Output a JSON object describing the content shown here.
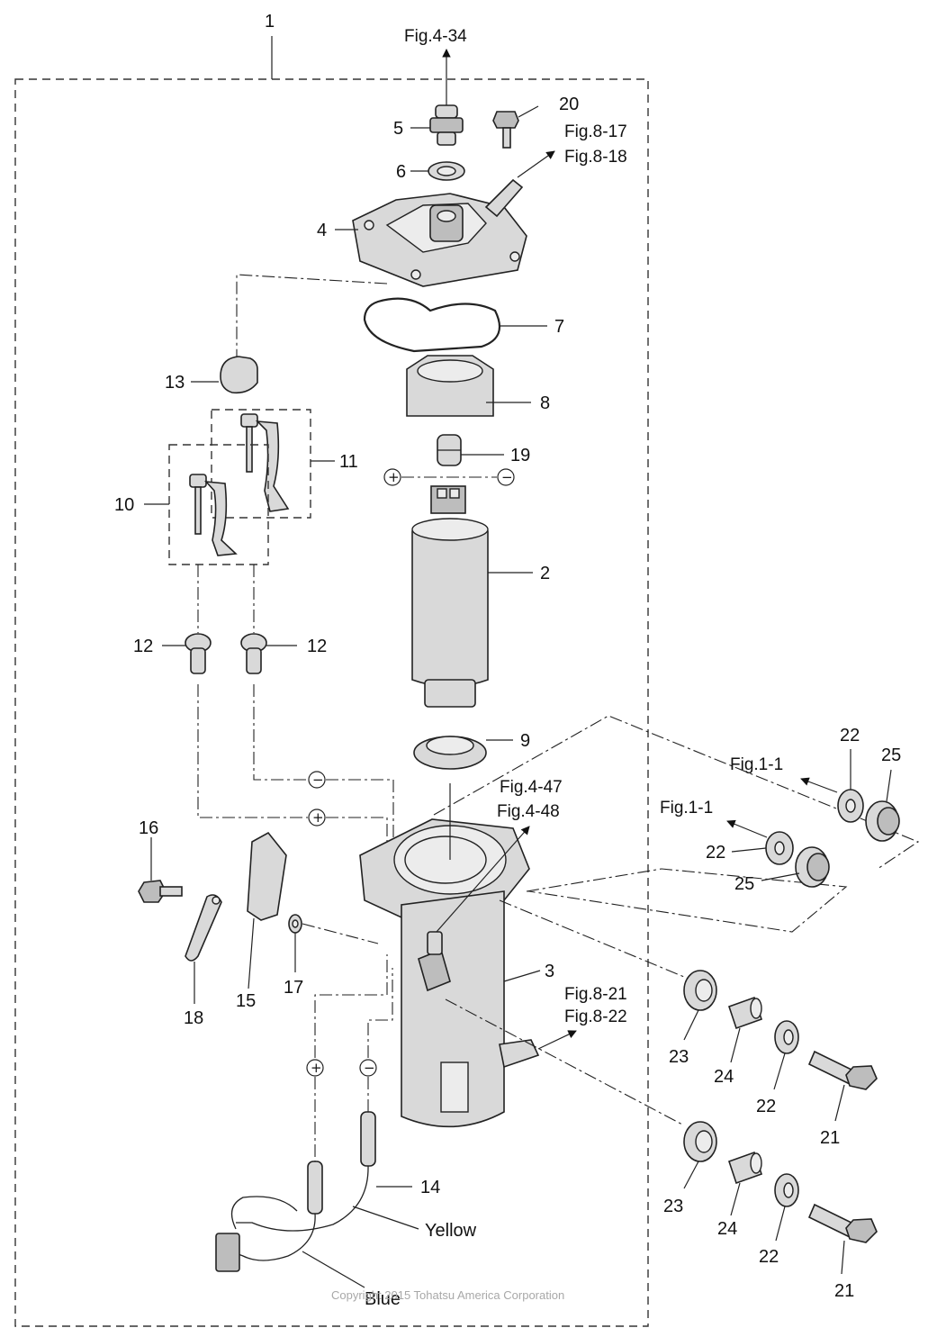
{
  "title_number": "1",
  "references": {
    "top": "Fig.4-34",
    "right_upper_a": "Fig.8-17",
    "right_upper_b": "Fig.8-18",
    "mid_a": "Fig.4-47",
    "mid_b": "Fig.4-48",
    "lower_a": "Fig.8-21",
    "lower_b": "Fig.8-22",
    "side_a": "Fig.1-1",
    "side_b": "Fig.1-1"
  },
  "callouts": {
    "n2": "2",
    "n3": "3",
    "n4": "4",
    "n5": "5",
    "n6": "6",
    "n7": "7",
    "n8": "8",
    "n9": "9",
    "n10": "10",
    "n11": "11",
    "n12a": "12",
    "n12b": "12",
    "n13": "13",
    "n14": "14",
    "n15": "15",
    "n16": "16",
    "n17": "17",
    "n18": "18",
    "n19": "19",
    "n20": "20",
    "n21a": "21",
    "n21b": "21",
    "n22a": "22",
    "n22b": "22",
    "n22c": "22",
    "n22d": "22",
    "n23a": "23",
    "n23b": "23",
    "n24a": "24",
    "n24b": "24",
    "n25a": "25",
    "n25b": "25"
  },
  "wire_colors": {
    "yellow": "Yellow",
    "blue": "Blue"
  },
  "polarity": {
    "plus": "+",
    "minus": "−"
  },
  "copyright": "Copyright 2015 Tohatsu America Corporation"
}
